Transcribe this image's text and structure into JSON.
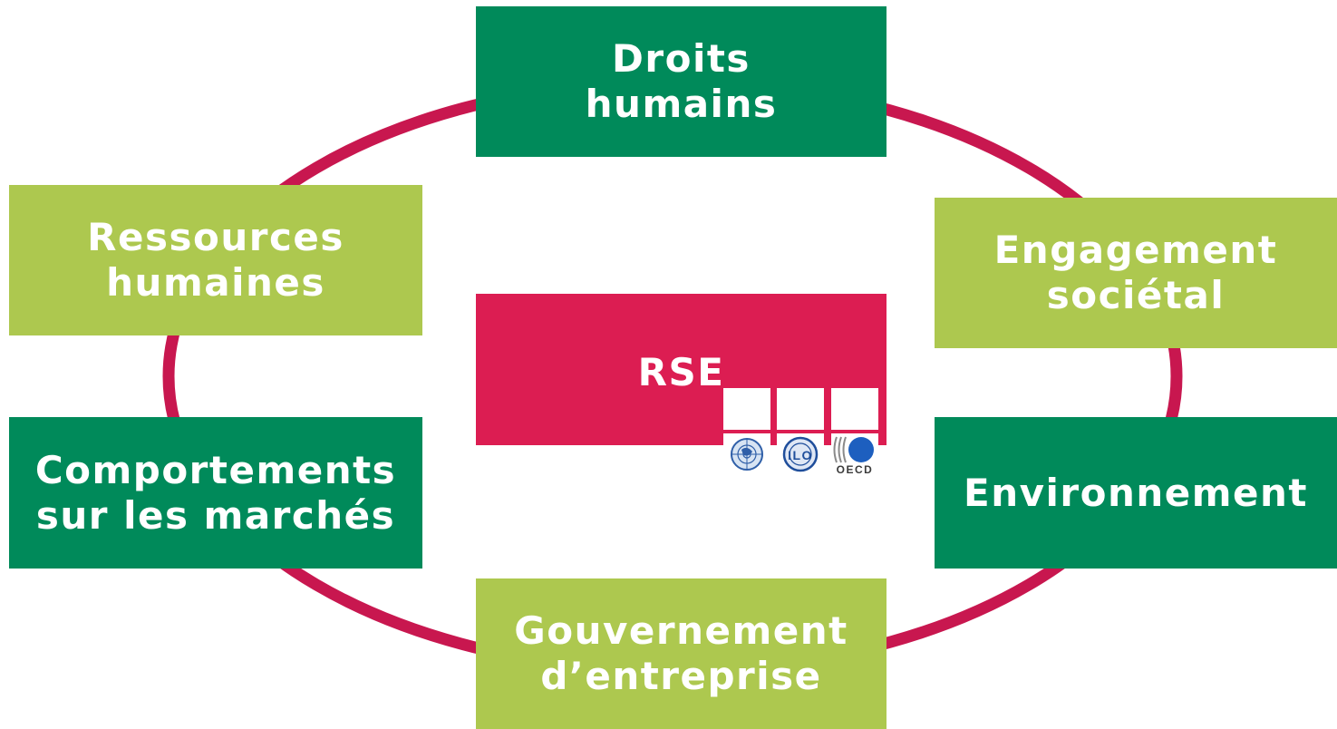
{
  "diagram": {
    "center": {
      "label": "RSE",
      "logos": [
        "UN",
        "ILO",
        "OECD"
      ]
    },
    "themes": {
      "top": "Droits\nhumains",
      "upper_left": "Ressources\nhumaines",
      "upper_right": "Engagement\nsociétal",
      "lower_left": "Comportements\nsur les marchés",
      "lower_right": "Environnement",
      "bottom": "Gouvernement\nd’entreprise"
    }
  },
  "colors": {
    "ring": "#c8174f",
    "dark_green": "#008a5a",
    "light_green": "#adc84f",
    "center": "#dc1d52"
  }
}
